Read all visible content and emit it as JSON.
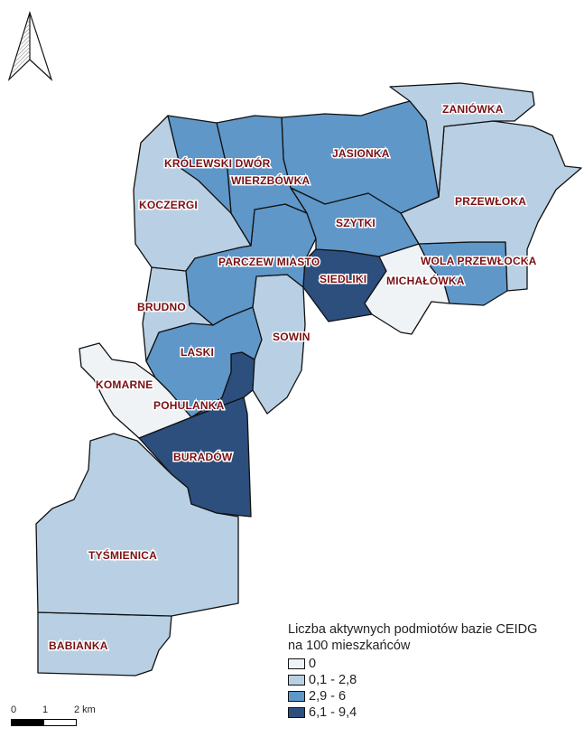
{
  "legend": {
    "title_line1": "Liczba aktywnych podmiotów bazie CEIDG",
    "title_line2": "na 100 mieszkańców",
    "classes": [
      {
        "label": "0",
        "color": "#eff3f6"
      },
      {
        "label": "0,1 - 2,8",
        "color": "#b9d0e4"
      },
      {
        "label": "2,9 - 6",
        "color": "#5f97c9"
      },
      {
        "label": "6,1 - 9,4",
        "color": "#2d4f7e"
      }
    ]
  },
  "scale_bar": {
    "labels": [
      "0",
      "1",
      "2 km"
    ]
  },
  "regions": [
    {
      "id": "babianka",
      "name": "BABIANKA",
      "class": 1
    },
    {
      "id": "tysmienica",
      "name": "TYŚMIENICA",
      "class": 1
    },
    {
      "id": "buradow",
      "name": "BURADÓW",
      "class": 3
    },
    {
      "id": "pohulanka",
      "name": "POHULANKA",
      "class": 3
    },
    {
      "id": "komarne",
      "name": "KOMARNE",
      "class": 0
    },
    {
      "id": "laski",
      "name": "LASKI",
      "class": 2
    },
    {
      "id": "sowin",
      "name": "SOWIN",
      "class": 1
    },
    {
      "id": "brudno",
      "name": "BRUDNO",
      "class": 1
    },
    {
      "id": "koczergi",
      "name": "KOCZERGI",
      "class": 1
    },
    {
      "id": "parczew_miasto",
      "name": "PARCZEW MIASTO",
      "class": 2
    },
    {
      "id": "siedliki",
      "name": "SIEDLIKI",
      "class": 3
    },
    {
      "id": "michalowka",
      "name": "MICHAŁÓWKA",
      "class": 0
    },
    {
      "id": "wola_przewlocka",
      "name": "WOLA PRZEWŁOCKA",
      "class": 2
    },
    {
      "id": "przewloka",
      "name": "PRZEWŁOKA",
      "class": 1
    },
    {
      "id": "zaniowka",
      "name": "ZANIÓWKA",
      "class": 1
    },
    {
      "id": "jasionka",
      "name": "JASIONKA",
      "class": 2
    },
    {
      "id": "szytki",
      "name": "SZYTKI",
      "class": 2
    },
    {
      "id": "wierzbowka",
      "name": "WIERZBÓWKA",
      "class": 2
    },
    {
      "id": "krolewski_dwor",
      "name": "KRÓLEWSKI DWÓR",
      "class": 2
    }
  ]
}
